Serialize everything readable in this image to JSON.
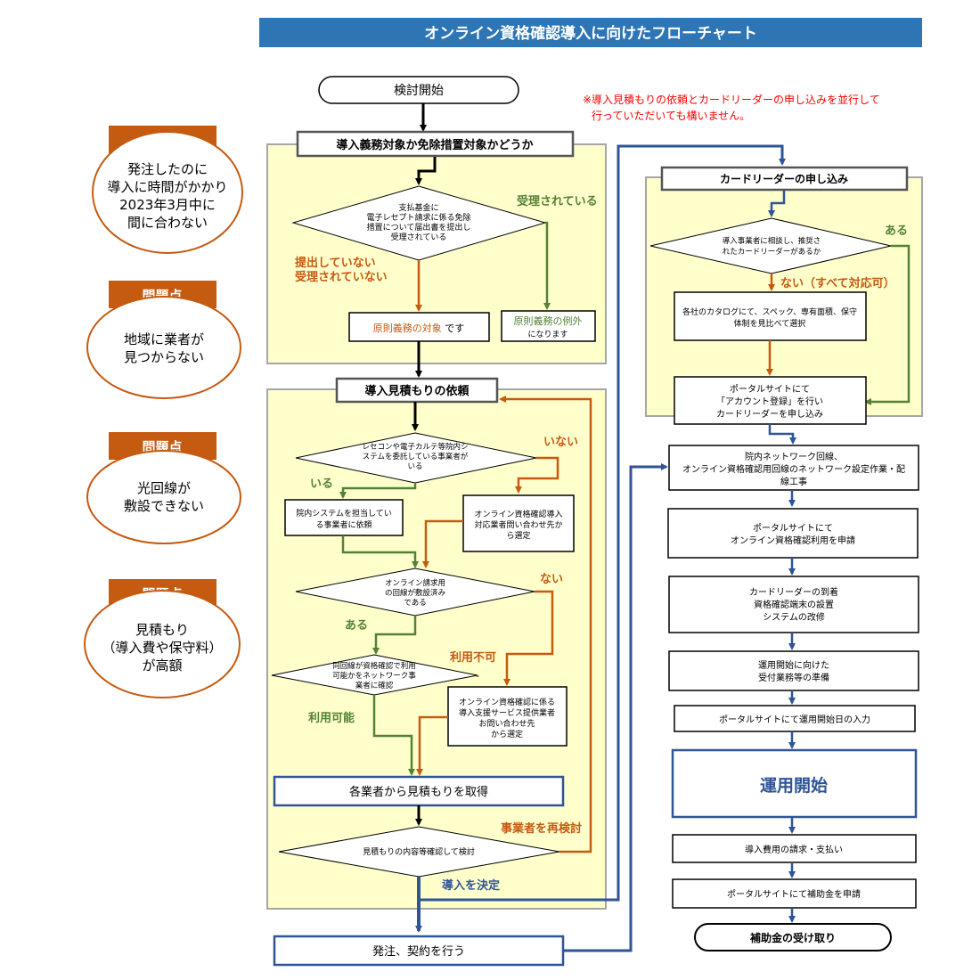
{
  "title": "オンライン資格確認導入に向けたフローチャート",
  "note_lines": [
    "※導入見積もりの依頼とカードリーダーの申し込みを並行して",
    "行っていただいても構いません。"
  ],
  "problems": {
    "badge": "問題点",
    "items": [
      [
        "発注したのに",
        "導入に時間がかかり",
        "2023年3月中に",
        "間に合わない"
      ],
      [
        "地域に業者が",
        "見つからない"
      ],
      [
        "光回線が",
        "敷設できない"
      ],
      [
        "見積もり",
        "（導入費や保守料）",
        "が高額"
      ]
    ]
  },
  "left": {
    "start": "検討開始",
    "exempt_title": "導入義務対象か免除措置対象かどうか",
    "exempt_question": [
      "支払基金に",
      "電子レセプト請求に係る免除",
      "措置について届出書を提出し",
      "受理されている"
    ],
    "label_not_submitted": [
      "提出していない",
      "受理されていない"
    ],
    "label_accepted": "受理されている",
    "obligation_main": "原則義務の対象",
    "obligation_suffix": " です",
    "exception_main": "原則義務の例外",
    "exception_sub": "になります",
    "quote_title": "導入見積もりの依頼",
    "q_vendor": [
      "レセコンや電子カルテ等院内シ",
      "ステムを委託している事業者が",
      "いる"
    ],
    "label_yes_vendor": "いる",
    "label_no_vendor": "いない",
    "box_vendor_request": [
      "院内システムを担当してい",
      "る事業者に依頼"
    ],
    "box_vendor_select": [
      "オンライン資格確認導入",
      "対応業者問い合わせ先か",
      "ら選定"
    ],
    "q_line": [
      "オンライン請求用",
      "の回線が敷設済み",
      "である"
    ],
    "label_line_yes": "ある",
    "label_line_no": "ない",
    "q_line_usable": [
      "同回線が資格確認で利用",
      "可能かをネットワーク事",
      "業者に確認"
    ],
    "label_unusable": "利用不可",
    "label_usable": "利用可能",
    "box_support": [
      "オンライン資格確認に係る",
      "導入支援サービス提供業者",
      "お問い合わせ先",
      "から選定"
    ],
    "get_quotes": "各業者から見積もりを取得",
    "q_review": "見積もりの内容等確認して検討",
    "label_reconsider": "事業者を再検討",
    "label_decide": "導入を決定",
    "order": "発注、契約を行う"
  },
  "right": {
    "card_title": "カードリーダーの申し込み",
    "q_card": [
      "導入事業者に相談し、推奨さ",
      "れたカードリーダーがあるか"
    ],
    "label_card_yes": "ある",
    "label_card_no": "ない（すべて対応可）",
    "box_compare": [
      "各社のカタログにて、スペック、専有面積、保守",
      "体制を見比べて選択"
    ],
    "box_portal_reg": [
      "ポータルサイトにて",
      "「アカウント登録」を行い",
      "カードリーダーを申し込み"
    ],
    "steps": [
      [
        "院内ネットワーク回線、",
        "オンライン資格確認用回線のネットワーク設定作業・配",
        "線工事"
      ],
      [
        "ポータルサイトにて",
        "オンライン資格確認利用を申請"
      ],
      [
        "カードリーダーの到着",
        "資格確認端末の設置",
        "システムの改修"
      ],
      [
        "運用開始に向けた",
        "受付業務等の準備"
      ],
      [
        "ポータルサイトにて運用開始日の入力"
      ]
    ],
    "operation_start": "運用開始",
    "after_steps": [
      "導入費用の請求・支払い",
      "ポータルサイトにて補助金を申請"
    ],
    "end": "補助金の受け取り"
  },
  "colors": {
    "title_bar": "#2e75b6",
    "badge": "#c55a11",
    "problem_border": "#c55a11",
    "panel_fill": "#ffffcc",
    "panel_border": "#a6a6a6",
    "orange": "#c55a11",
    "green": "#548235",
    "navy": "#2f5597",
    "red_note": "#ff0000"
  }
}
